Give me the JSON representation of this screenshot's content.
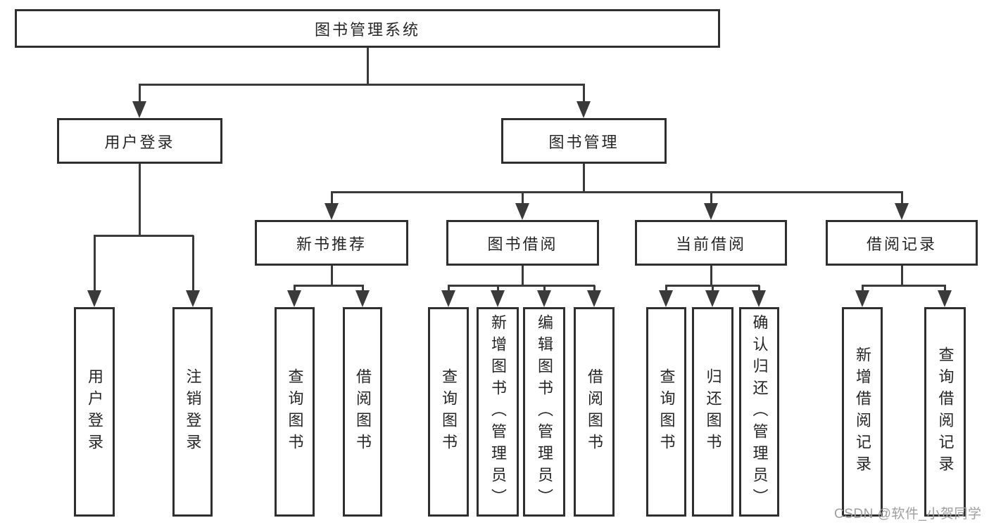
{
  "diagram": {
    "title": "图书管理系统",
    "nodes": {
      "root": "图书管理系统",
      "l2": [
        "用户登录",
        "图书管理"
      ],
      "l3": [
        "新书推荐",
        "图书借阅",
        "当前借阅",
        "借阅记录"
      ],
      "leaves": [
        "用户登录",
        "注销登录",
        "查询图书",
        "借阅图书",
        "查询图书",
        "新增图书（管理员）",
        "编辑图书（管理员）",
        "借阅图书",
        "查询图书",
        "归还图书",
        "确认归还（管理员）",
        "新增借阅记录",
        "查询借阅记录"
      ]
    },
    "edges": [
      {
        "from": "图书管理系统",
        "to": "用户登录"
      },
      {
        "from": "图书管理系统",
        "to": "图书管理"
      },
      {
        "from": "用户登录",
        "to": "用户登录"
      },
      {
        "from": "用户登录",
        "to": "注销登录"
      },
      {
        "from": "图书管理",
        "to": "新书推荐"
      },
      {
        "from": "图书管理",
        "to": "图书借阅"
      },
      {
        "from": "图书管理",
        "to": "当前借阅"
      },
      {
        "from": "图书管理",
        "to": "借阅记录"
      },
      {
        "from": "新书推荐",
        "to": "查询图书"
      },
      {
        "from": "新书推荐",
        "to": "借阅图书"
      },
      {
        "from": "图书借阅",
        "to": "查询图书"
      },
      {
        "from": "图书借阅",
        "to": "新增图书（管理员）"
      },
      {
        "from": "图书借阅",
        "to": "编辑图书（管理员）"
      },
      {
        "from": "图书借阅",
        "to": "借阅图书"
      },
      {
        "from": "当前借阅",
        "to": "查询图书"
      },
      {
        "from": "当前借阅",
        "to": "归还图书"
      },
      {
        "from": "当前借阅",
        "to": "确认归还（管理员）"
      },
      {
        "from": "借阅记录",
        "to": "新增借阅记录"
      },
      {
        "from": "借阅记录",
        "to": "查询借阅记录"
      }
    ],
    "colors": {
      "background": "#ffffff",
      "line": "#3a3a3a",
      "box_border": "#2f2f2f",
      "text": "#262626",
      "watermark_text": "#9e9e9e"
    },
    "watermark": "CSDN @软件_小贺同学"
  }
}
